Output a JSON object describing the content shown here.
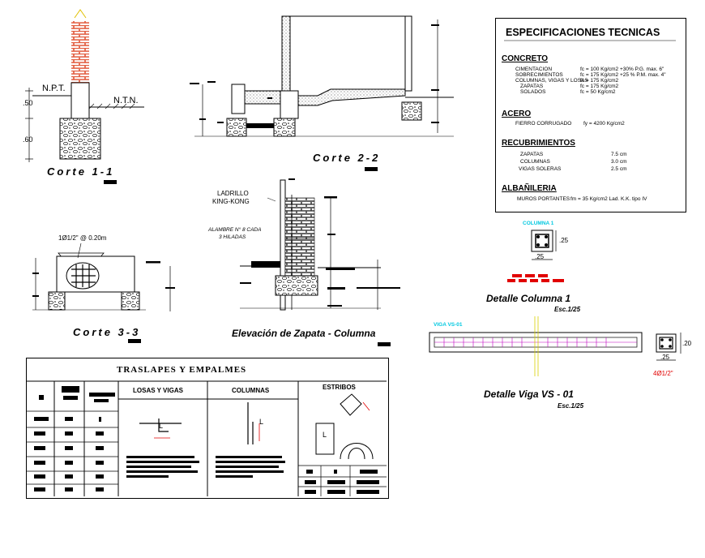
{
  "corte11": {
    "title": "Corte 1-1",
    "npt": "N.P.T.",
    "ntn": "N.T.N.",
    "dim1": ".50",
    "dim2": ".60"
  },
  "corte22": {
    "title": "Corte 2-2"
  },
  "corte33": {
    "title": "Corte 3-3",
    "rebar": "1Ø1/2\" @ 0.20m"
  },
  "elevacion": {
    "title": "Elevación de Zapata - Columna",
    "brick1": "LADRILLO",
    "brick2": "KING-KONG",
    "wire1": "ALAMBRE N° 8 CADA",
    "wire2": "3 HILADAS"
  },
  "specs": {
    "title": "ESPECIFICACIONES TECNICAS",
    "concreto": {
      "heading": "CONCRETO",
      "rows": [
        {
          "label": "CIMENTACION",
          "value": "fc = 100 Kg/cm2 +30% P.G. max. 6\""
        },
        {
          "label": "SOBRECIMIENTOS",
          "value": "fc = 175 Kg/cm2 +25 % P.M. max. 4\""
        },
        {
          "label": "COLUMNAS, VIGAS Y LOSAS",
          "value": "fc = 175 Kg/cm2"
        },
        {
          "label": "ZAPATAS",
          "value": "fc = 175 Kg/cm2"
        },
        {
          "label": "SOLADOS",
          "value": "fc = 50 Kg/cm2"
        }
      ]
    },
    "acero": {
      "heading": "ACERO",
      "label": "FIERRO CORRUGADO",
      "value": "fy = 4200 Kg/cm2"
    },
    "recubrimientos": {
      "heading": "RECUBRIMIENTOS",
      "rows": [
        {
          "label": "ZAPATAS",
          "value": "7.5 cm"
        },
        {
          "label": "COLUMNAS",
          "value": "3.0 cm"
        },
        {
          "label": "VIGAS SOLERAS",
          "value": "2.5 cm"
        }
      ]
    },
    "albanileria": {
      "heading": "ALBAÑILERIA",
      "label": "MUROS PORTANTES",
      "value": "fm = 35 Kg/cm2 Lad. K.K. tipo IV"
    }
  },
  "columna1": {
    "tag": "COLUMNA 1",
    "dim_v": ".25",
    "dim_h": ".25",
    "title": "Detalle  Columna 1",
    "scale": "Esc.1/25"
  },
  "viga": {
    "tag": "VIGA VS-01",
    "dim_v": ".20",
    "dim_h": ".25",
    "rebar": "4Ø1/2\"",
    "title": "Detalle  Viga  VS - 01",
    "scale": "Esc.1/25"
  },
  "traslapes": {
    "title": "TRASLAPES Y EMPALMES",
    "col_losas": "LOSAS Y VIGAS",
    "col_columnas": "COLUMNAS",
    "col_estribos": "ESTRIBOS",
    "mark_l": "L"
  },
  "colors": {
    "red": "#e10000",
    "cyan": "#00c8e0",
    "brick": "#e05030"
  }
}
